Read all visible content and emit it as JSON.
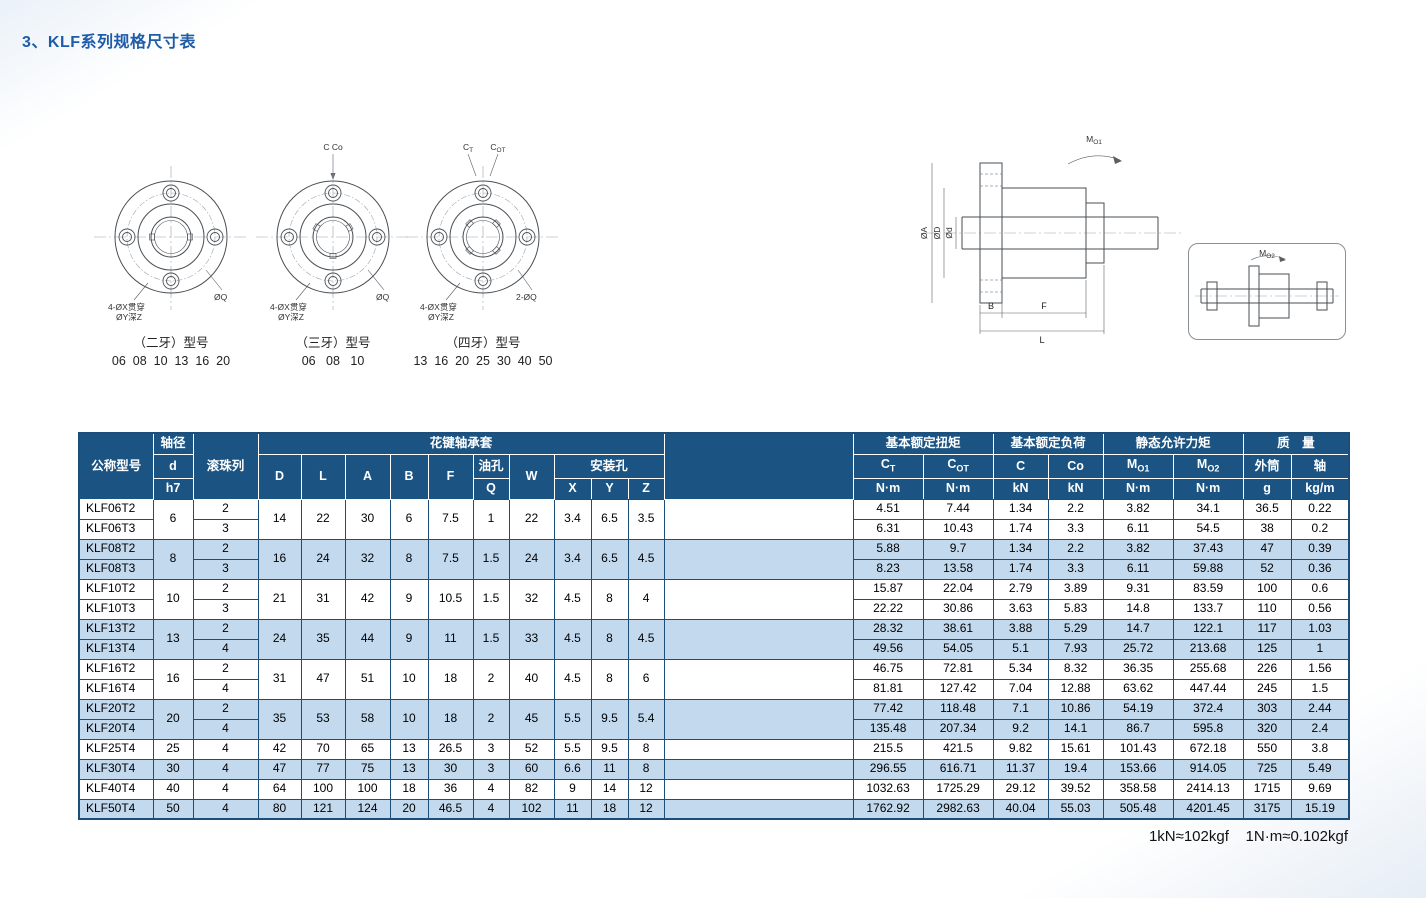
{
  "page": {
    "title": "3、KLF系列规格尺寸表",
    "footnote": "1kN≈102kgf    1N·m≈0.102kgf"
  },
  "colors": {
    "title": "#1e5ca8",
    "header_bg": "#1b5382",
    "stripe": "#c3d9ee",
    "border": "#1d4e79"
  },
  "drawings": {
    "front_views": [
      {
        "caption": "（二牙）型号",
        "models": "06  08  10  13  16  20",
        "hole_label": "ØQ",
        "note1": "4-ØX贯穿",
        "note2": "ØY深Z",
        "top_label": ""
      },
      {
        "caption": "（三牙）型号",
        "models": "06   08   10",
        "hole_label": "ØQ",
        "note1": "4-ØX贯穿",
        "note2": "ØY深Z",
        "top_label": "C  Co"
      },
      {
        "caption": "（四牙）型号",
        "models": "13  16  20  25  30  40  50",
        "hole_label": "2-ØQ",
        "note1": "4-ØX贯穿",
        "note2": "ØY深Z",
        "top1_base": "C",
        "top1_sub": "T",
        "top2_base": "C",
        "top2_sub": "OT"
      }
    ],
    "side_view": {
      "moment_base": "M",
      "moment_sub": "O1",
      "dim_b": "B",
      "dim_f": "F",
      "dim_l": "L",
      "dia_labels": [
        "ØA",
        "ØD",
        "Ød"
      ]
    },
    "box_view": {
      "moment_base": "M",
      "moment_sub": "O2"
    }
  },
  "table": {
    "header": {
      "model": "公称型号",
      "shaft_l1": "轴径",
      "shaft_l2": "d",
      "shaft_l3": "h7",
      "balls": "滚珠列",
      "spline_group": "花键轴承套",
      "D": "D",
      "L": "L",
      "A": "A",
      "B": "B",
      "F": "F",
      "oil": "油孔",
      "Q": "Q",
      "W": "W",
      "mount": "安装孔",
      "X": "X",
      "Y": "Y",
      "Z": "Z",
      "torque_group": "基本额定扭矩",
      "load_group": "基本额定负荷",
      "static_group": "静态允许力矩",
      "mass_group": "质　量",
      "ct_base": "C",
      "ct_sub": "T",
      "cot_base": "C",
      "cot_sub": "OT",
      "c": "C",
      "co": "Co",
      "mo1_base": "M",
      "mo1_sub": "O1",
      "mo2_base": "M",
      "mo2_sub": "O2",
      "unit_nm": "N·m",
      "unit_kn": "kN",
      "outer": "外筒",
      "shaft_col": "轴",
      "unit_g": "g",
      "unit_kgm": "kg/m"
    },
    "groups": [
      {
        "shaded": false,
        "d": "6",
        "models": [
          "KLF06T2",
          "KLF06T3"
        ],
        "balls": [
          "2",
          "3"
        ],
        "dims": [
          "14",
          "22",
          "30",
          "6",
          "7.5",
          "1",
          "22",
          "3.4",
          "6.5",
          "3.5"
        ],
        "perf": [
          [
            "4.51",
            "7.44",
            "1.34",
            "2.2",
            "3.82",
            "34.1",
            "36.5",
            "0.22"
          ],
          [
            "6.31",
            "10.43",
            "1.74",
            "3.3",
            "6.11",
            "54.5",
            "38",
            "0.2"
          ]
        ]
      },
      {
        "shaded": true,
        "d": "8",
        "models": [
          "KLF08T2",
          "KLF08T3"
        ],
        "balls": [
          "2",
          "3"
        ],
        "dims": [
          "16",
          "24",
          "32",
          "8",
          "7.5",
          "1.5",
          "24",
          "3.4",
          "6.5",
          "4.5"
        ],
        "perf": [
          [
            "5.88",
            "9.7",
            "1.34",
            "2.2",
            "3.82",
            "37.43",
            "47",
            "0.39"
          ],
          [
            "8.23",
            "13.58",
            "1.74",
            "3.3",
            "6.11",
            "59.88",
            "52",
            "0.36"
          ]
        ]
      },
      {
        "shaded": false,
        "d": "10",
        "models": [
          "KLF10T2",
          "KLF10T3"
        ],
        "balls": [
          "2",
          "3"
        ],
        "dims": [
          "21",
          "31",
          "42",
          "9",
          "10.5",
          "1.5",
          "32",
          "4.5",
          "8",
          "4"
        ],
        "perf": [
          [
            "15.87",
            "22.04",
            "2.79",
            "3.89",
            "9.31",
            "83.59",
            "100",
            "0.6"
          ],
          [
            "22.22",
            "30.86",
            "3.63",
            "5.83",
            "14.8",
            "133.7",
            "110",
            "0.56"
          ]
        ]
      },
      {
        "shaded": true,
        "d": "13",
        "models": [
          "KLF13T2",
          "KLF13T4"
        ],
        "balls": [
          "2",
          "4"
        ],
        "dims": [
          "24",
          "35",
          "44",
          "9",
          "11",
          "1.5",
          "33",
          "4.5",
          "8",
          "4.5"
        ],
        "perf": [
          [
            "28.32",
            "38.61",
            "3.88",
            "5.29",
            "14.7",
            "122.1",
            "117",
            "1.03"
          ],
          [
            "49.56",
            "54.05",
            "5.1",
            "7.93",
            "25.72",
            "213.68",
            "125",
            "1"
          ]
        ]
      },
      {
        "shaded": false,
        "d": "16",
        "models": [
          "KLF16T2",
          "KLF16T4"
        ],
        "balls": [
          "2",
          "4"
        ],
        "dims": [
          "31",
          "47",
          "51",
          "10",
          "18",
          "2",
          "40",
          "4.5",
          "8",
          "6"
        ],
        "perf": [
          [
            "46.75",
            "72.81",
            "5.34",
            "8.32",
            "36.35",
            "255.68",
            "226",
            "1.56"
          ],
          [
            "81.81",
            "127.42",
            "7.04",
            "12.88",
            "63.62",
            "447.44",
            "245",
            "1.5"
          ]
        ]
      },
      {
        "shaded": true,
        "d": "20",
        "models": [
          "KLF20T2",
          "KLF20T4"
        ],
        "balls": [
          "2",
          "4"
        ],
        "dims": [
          "35",
          "53",
          "58",
          "10",
          "18",
          "2",
          "45",
          "5.5",
          "9.5",
          "5.4"
        ],
        "perf": [
          [
            "77.42",
            "118.48",
            "7.1",
            "10.86",
            "54.19",
            "372.4",
            "303",
            "2.44"
          ],
          [
            "135.48",
            "207.34",
            "9.2",
            "14.1",
            "86.7",
            "595.8",
            "320",
            "2.4"
          ]
        ]
      },
      {
        "shaded": false,
        "d": "25",
        "models": [
          "KLF25T4"
        ],
        "balls": [
          "4"
        ],
        "dims": [
          "42",
          "70",
          "65",
          "13",
          "26.5",
          "3",
          "52",
          "5.5",
          "9.5",
          "8"
        ],
        "perf": [
          [
            "215.5",
            "421.5",
            "9.82",
            "15.61",
            "101.43",
            "672.18",
            "550",
            "3.8"
          ]
        ]
      },
      {
        "shaded": true,
        "d": "30",
        "models": [
          "KLF30T4"
        ],
        "balls": [
          "4"
        ],
        "dims": [
          "47",
          "77",
          "75",
          "13",
          "30",
          "3",
          "60",
          "6.6",
          "11",
          "8"
        ],
        "perf": [
          [
            "296.55",
            "616.71",
            "11.37",
            "19.4",
            "153.66",
            "914.05",
            "725",
            "5.49"
          ]
        ]
      },
      {
        "shaded": false,
        "d": "40",
        "models": [
          "KLF40T4"
        ],
        "balls": [
          "4"
        ],
        "dims": [
          "64",
          "100",
          "100",
          "18",
          "36",
          "4",
          "82",
          "9",
          "14",
          "12"
        ],
        "perf": [
          [
            "1032.63",
            "1725.29",
            "29.12",
            "39.52",
            "358.58",
            "2414.13",
            "1715",
            "9.69"
          ]
        ]
      },
      {
        "shaded": true,
        "d": "50",
        "models": [
          "KLF50T4"
        ],
        "balls": [
          "4"
        ],
        "dims": [
          "80",
          "121",
          "124",
          "20",
          "46.5",
          "4",
          "102",
          "11",
          "18",
          "12"
        ],
        "perf": [
          [
            "1762.92",
            "2982.63",
            "40.04",
            "55.03",
            "505.48",
            "4201.45",
            "3175",
            "15.19"
          ]
        ]
      }
    ]
  }
}
